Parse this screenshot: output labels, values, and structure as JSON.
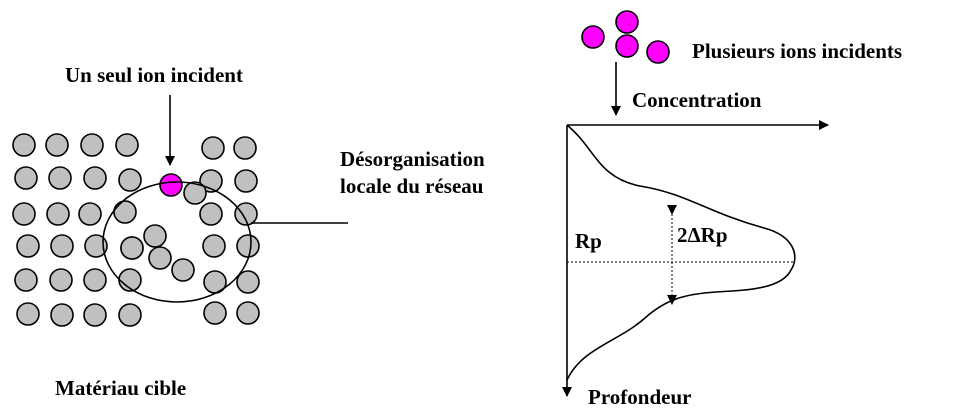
{
  "labels": {
    "single_ion": "Un seul ion incident",
    "disorder_line1": "Désorganisation",
    "disorder_line2": "locale du réseau",
    "target_material": "Matériau cible",
    "multiple_ions": "Plusieurs ions incidents",
    "concentration": "Concentration",
    "depth": "Profondeur",
    "rp": "Rp",
    "delta_rp": "2ΔRp"
  },
  "colors": {
    "atom_fill": "#c0c0c0",
    "ion_fill": "#ff00ff",
    "stroke": "#000000",
    "background": "#ffffff"
  }
}
